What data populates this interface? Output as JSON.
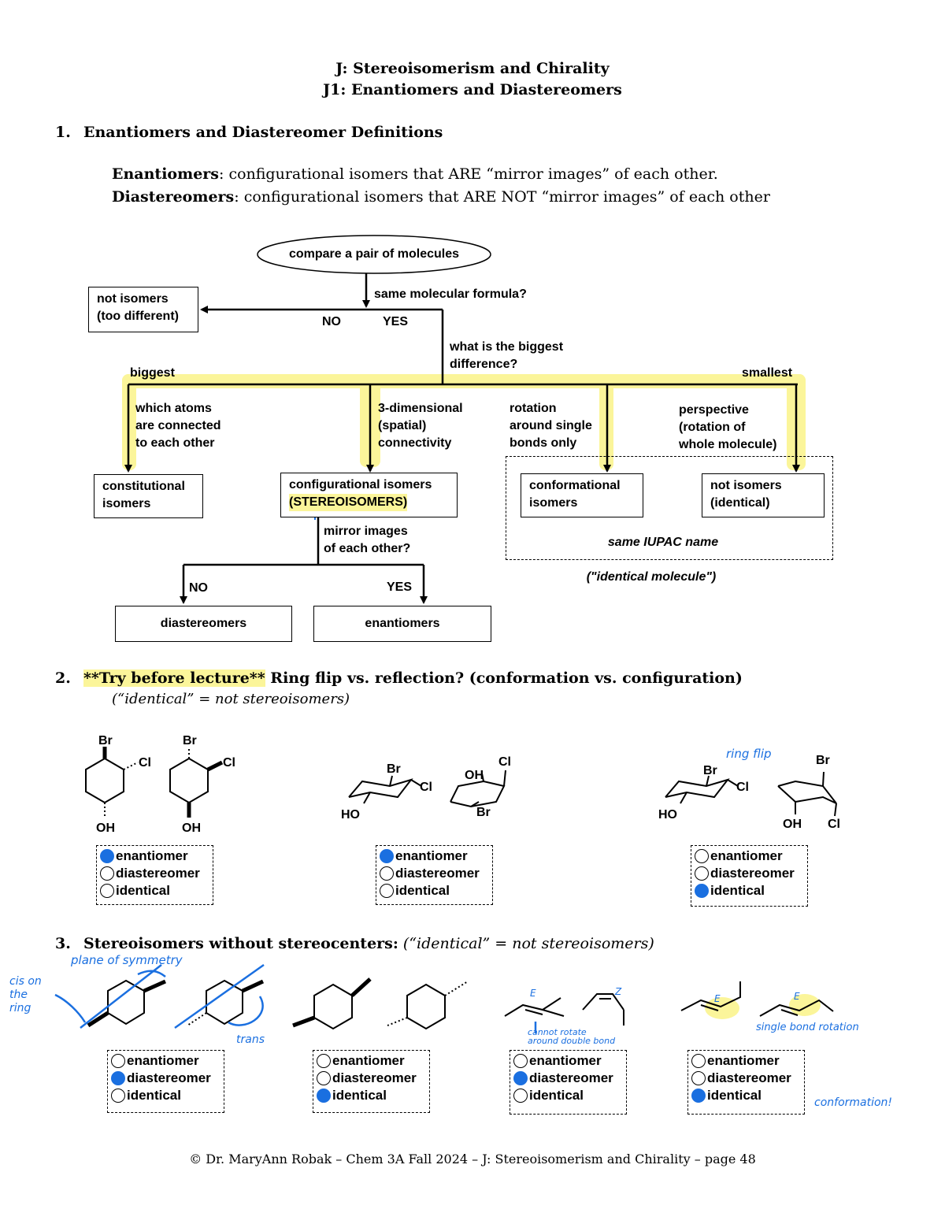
{
  "header": {
    "title1": "J:  Stereoisomerism and Chirality",
    "title2": "J1:  Enantiomers and Diastereomers"
  },
  "section1": {
    "number": "1.",
    "heading": "Enantiomers and Diastereomer Definitions",
    "enantiomers_term": "Enantiomers",
    "enantiomers_def": ": configurational isomers that ARE “mirror images” of each other.",
    "diastereomers_term": "Diastereomers",
    "diastereomers_def": ": configurational isomers that ARE NOT “mirror images” of each other"
  },
  "flowchart": {
    "start": "compare a pair of molecules",
    "q_formula": "same molecular formula?",
    "no": "NO",
    "yes": "YES",
    "not_isomers_1": "not isomers",
    "not_isomers_2": "(too different)",
    "q_difference_1": "what is the biggest",
    "q_difference_2": "difference?",
    "biggest": "biggest",
    "smallest": "smallest",
    "branch1_1": "which atoms",
    "branch1_2": "are connected",
    "branch1_3": "to each other",
    "branch2_1": "3-dimensional",
    "branch2_2": "(spatial)",
    "branch2_3": "connectivity",
    "branch3_1": "rotation",
    "branch3_2": "around single",
    "branch3_3": "bonds only",
    "branch4_1": "perspective",
    "branch4_2": "(rotation of",
    "branch4_3": "whole molecule)",
    "constitutional_1": "constitutional",
    "constitutional_2": "isomers",
    "configurational_1": "configurational isomers",
    "configurational_2": "(STEREOISOMERS)",
    "conformational_1": "conformational",
    "conformational_2": "isomers",
    "identical_1": "not isomers",
    "identical_2": "(identical)",
    "same_iupac": "same IUPAC name",
    "identical_molecule": "(\"identical molecule\")",
    "q_mirror_1": "mirror images",
    "q_mirror_2": "of each other?",
    "no2": "NO",
    "yes2": "YES",
    "diastereomers": "diastereomers",
    "enantiomers": "enantiomers"
  },
  "section2": {
    "number": "2.",
    "highlight": "**Try before lecture**",
    "heading": " Ring flip vs. reflection? (conformation vs. configuration)",
    "subtitle": "(“identical” = not stereoisomers)",
    "ring_flip_note": "ring flip"
  },
  "section3": {
    "number": "3.",
    "heading": "Stereoisomers without stereocenters:",
    "subtitle": " (“identical” = not stereoisomers)",
    "note_plane": "plane of symmetry",
    "note_cis_1": "cis on",
    "note_cis_2": "the",
    "note_cis_3": "ring",
    "note_trans": "trans",
    "note_cannot_1": "cannot",
    "note_cannot_2": "rotate",
    "note_cannot_3": "around",
    "note_cannot_4": "double bond",
    "note_single": "single bond  rotation",
    "note_conformation": "conformation!"
  },
  "atoms": {
    "br": "Br",
    "cl": "Cl",
    "oh": "OH",
    "ho": "HO",
    "e": "E",
    "z": "Z"
  },
  "choice_labels": [
    "enantiomer",
    "diastereomer",
    "identical"
  ],
  "answers": {
    "q2a": "enantiomer",
    "q2b": "enantiomer",
    "q2c": "identical",
    "q3a": "diastereomer",
    "q3b": "identical",
    "q3c": "diastereomer",
    "q3d": "identical"
  },
  "footer": "© Dr. MaryAnn Robak – Chem 3A Fall 2024 –  J:  Stereoisomerism and Chirality – page 48",
  "colors": {
    "ink_blue": "#1a6fe0",
    "highlight": "#fbf59a"
  }
}
